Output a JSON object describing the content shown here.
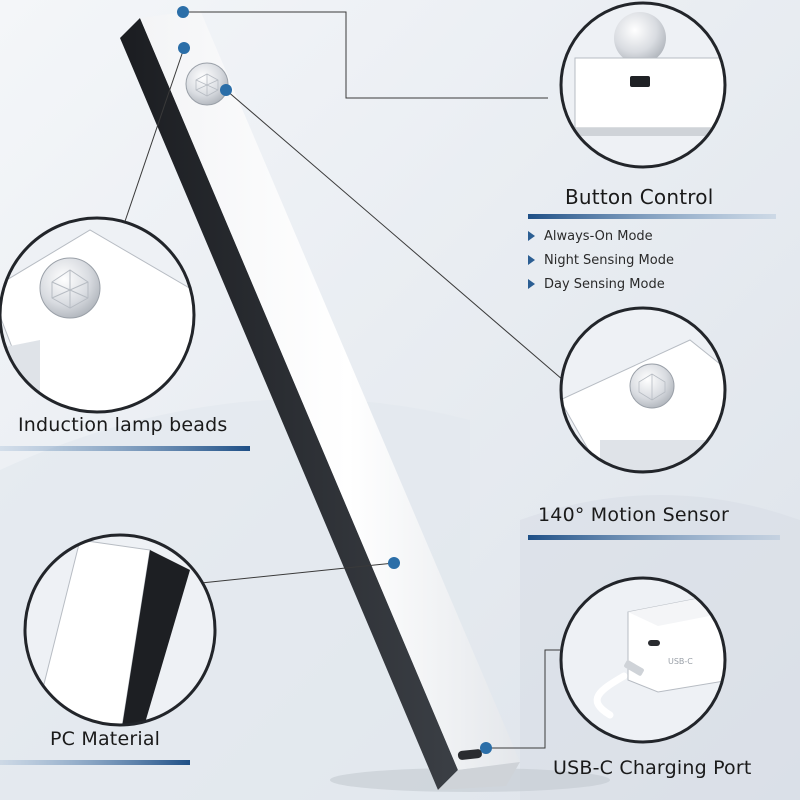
{
  "image": {
    "kind": "product-feature-infographic",
    "subject": "rechargeable motion-sensor LED light bar",
    "accent_color": "#2b5e93",
    "line_color": "#3a3a3a"
  },
  "callouts": {
    "button_control": {
      "label": "Button Control",
      "modes": [
        "Always-On Mode",
        "Night Sensing Mode",
        "Day Sensing Mode"
      ]
    },
    "induction_beads": {
      "label": "Induction lamp beads"
    },
    "motion_sensor": {
      "label": "140° Motion Sensor"
    },
    "material": {
      "label": "PC Material"
    },
    "charging_port": {
      "label": "USB-C Charging Port"
    }
  },
  "charger": {
    "marking": "USB-C"
  }
}
